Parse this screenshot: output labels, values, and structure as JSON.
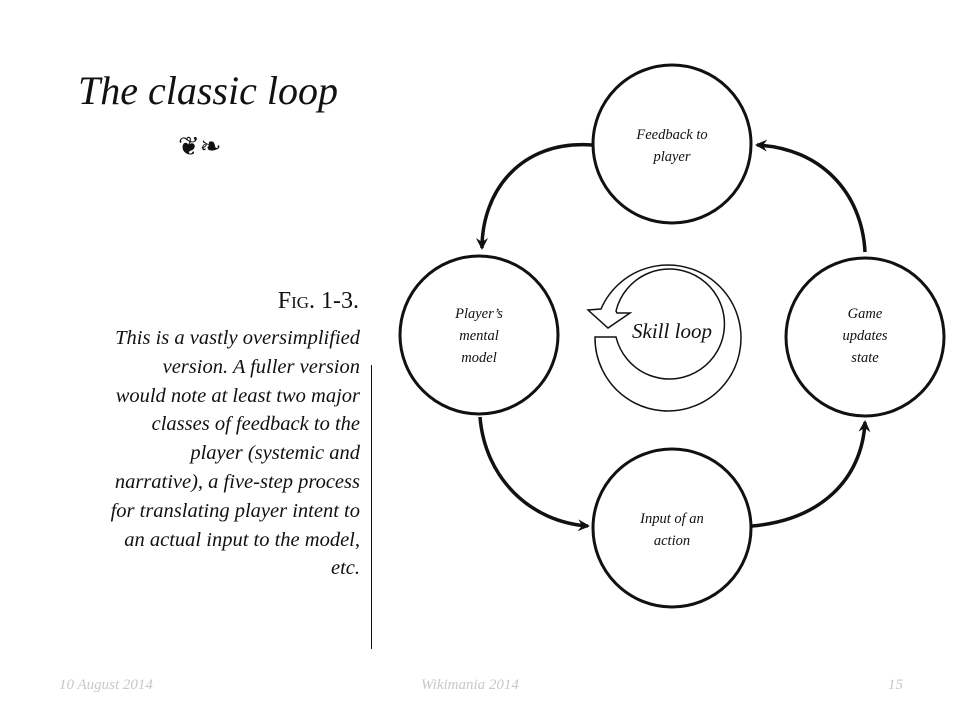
{
  "slide": {
    "title": "The classic loop",
    "ornament": "❦❧",
    "figure_label": "Fig. 1-3.",
    "caption": "This is a vastly oversimplified version. A fuller version would note at least two major classes of feedback to the player (systemic and narrative), a five-step process for translating player intent to an actual input to the model, etc."
  },
  "diagram": {
    "nodes": {
      "feedback": [
        "Feedback to",
        "player"
      ],
      "mental_model": [
        "Player’s",
        "mental",
        "model"
      ],
      "game_state": [
        "Game",
        "updates",
        "state"
      ],
      "input": [
        "Input of an",
        "action"
      ]
    },
    "center_label": "Skill loop"
  },
  "footer": {
    "date": "10 August 2014",
    "event": "Wikimania 2014",
    "page": "15"
  }
}
